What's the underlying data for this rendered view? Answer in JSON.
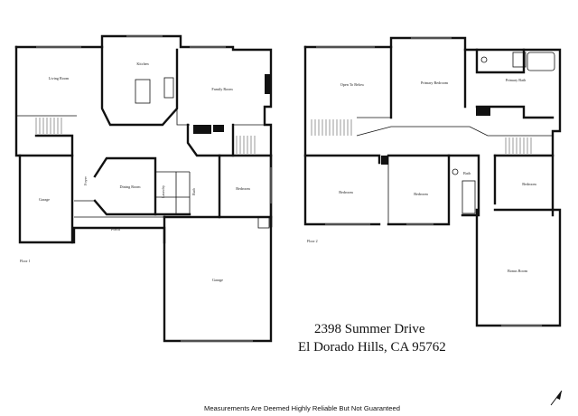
{
  "floor1": {
    "label": "Floor 1",
    "rooms": {
      "living_room": "Living Room",
      "kitchen": "Kitchen",
      "family_room": "Family Room",
      "dining_room": "Dining Room",
      "foyer": "Foyer",
      "laundry": "Laundry",
      "bath": "Bath",
      "bedroom": "Bedroom",
      "garage_small": "Garage",
      "porch": "Porch",
      "garage_large": "Garage"
    }
  },
  "floor2": {
    "label": "Floor 2",
    "rooms": {
      "open_to_below": "Open To Below",
      "primary_bedroom": "Primary Bedroom",
      "primary_bath": "Primary Bath",
      "bedroom_left": "Bedroom",
      "bedroom_middle": "Bedroom",
      "bath": "Bath",
      "bedroom_right": "Bedroom",
      "bonus_room": "Bonus Room"
    }
  },
  "address": {
    "line1": "2398 Summer Drive",
    "line2": "El Dorado Hills, CA  95762"
  },
  "disclaimer": "Measurements Are Deemed Highly Reliable But Not Guaranteed",
  "north_arrow": "north-arrow-icon"
}
